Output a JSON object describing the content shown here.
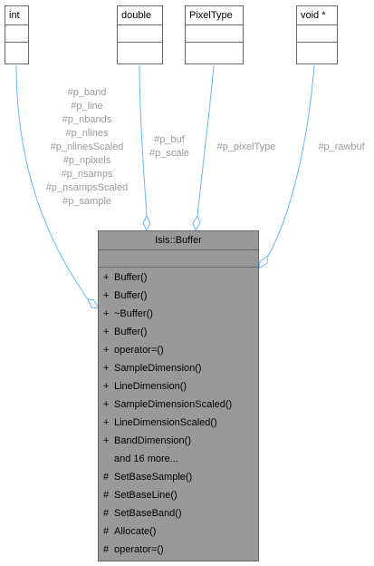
{
  "diagram": {
    "type_nodes": [
      {
        "id": "int",
        "label": "int"
      },
      {
        "id": "double",
        "label": "double"
      },
      {
        "id": "pixeltype",
        "label": "PixelType"
      },
      {
        "id": "voidptr",
        "label": "void *"
      }
    ],
    "main_class": {
      "title": "Isis::Buffer",
      "members": [
        {
          "vis": "+",
          "name": "Buffer()"
        },
        {
          "vis": "+",
          "name": "Buffer()"
        },
        {
          "vis": "+",
          "name": "~Buffer()"
        },
        {
          "vis": "+",
          "name": "Buffer()"
        },
        {
          "vis": "+",
          "name": "operator=()"
        },
        {
          "vis": "+",
          "name": "SampleDimension()"
        },
        {
          "vis": "+",
          "name": "LineDimension()"
        },
        {
          "vis": "+",
          "name": "SampleDimensionScaled()"
        },
        {
          "vis": "+",
          "name": "LineDimensionScaled()"
        },
        {
          "vis": "+",
          "name": "BandDimension()"
        },
        {
          "vis": "",
          "name": "and 16 more..."
        },
        {
          "vis": "#",
          "name": "SetBaseSample()"
        },
        {
          "vis": "#",
          "name": "SetBaseLine()"
        },
        {
          "vis": "#",
          "name": "SetBaseBand()"
        },
        {
          "vis": "#",
          "name": "Allocate()"
        },
        {
          "vis": "#",
          "name": "operator=()"
        }
      ]
    },
    "edges": [
      {
        "from": "int",
        "labels": [
          "#p_band",
          "#p_line",
          "#p_nbands",
          "#p_nlines",
          "#p_nlinesScaled",
          "#p_npixels",
          "#p_nsamps",
          "#p_nsampsScaled",
          "#p_sample"
        ]
      },
      {
        "from": "double",
        "labels": [
          "#p_buf",
          "#p_scale"
        ]
      },
      {
        "from": "pixeltype",
        "labels": [
          "#p_pixelType"
        ]
      },
      {
        "from": "voidptr",
        "labels": [
          "#p_rawbuf"
        ]
      }
    ],
    "colors": {
      "edge": "#63b8ff",
      "class_fill": "#999999",
      "border": "#666666",
      "label": "#9a9a9a"
    }
  }
}
